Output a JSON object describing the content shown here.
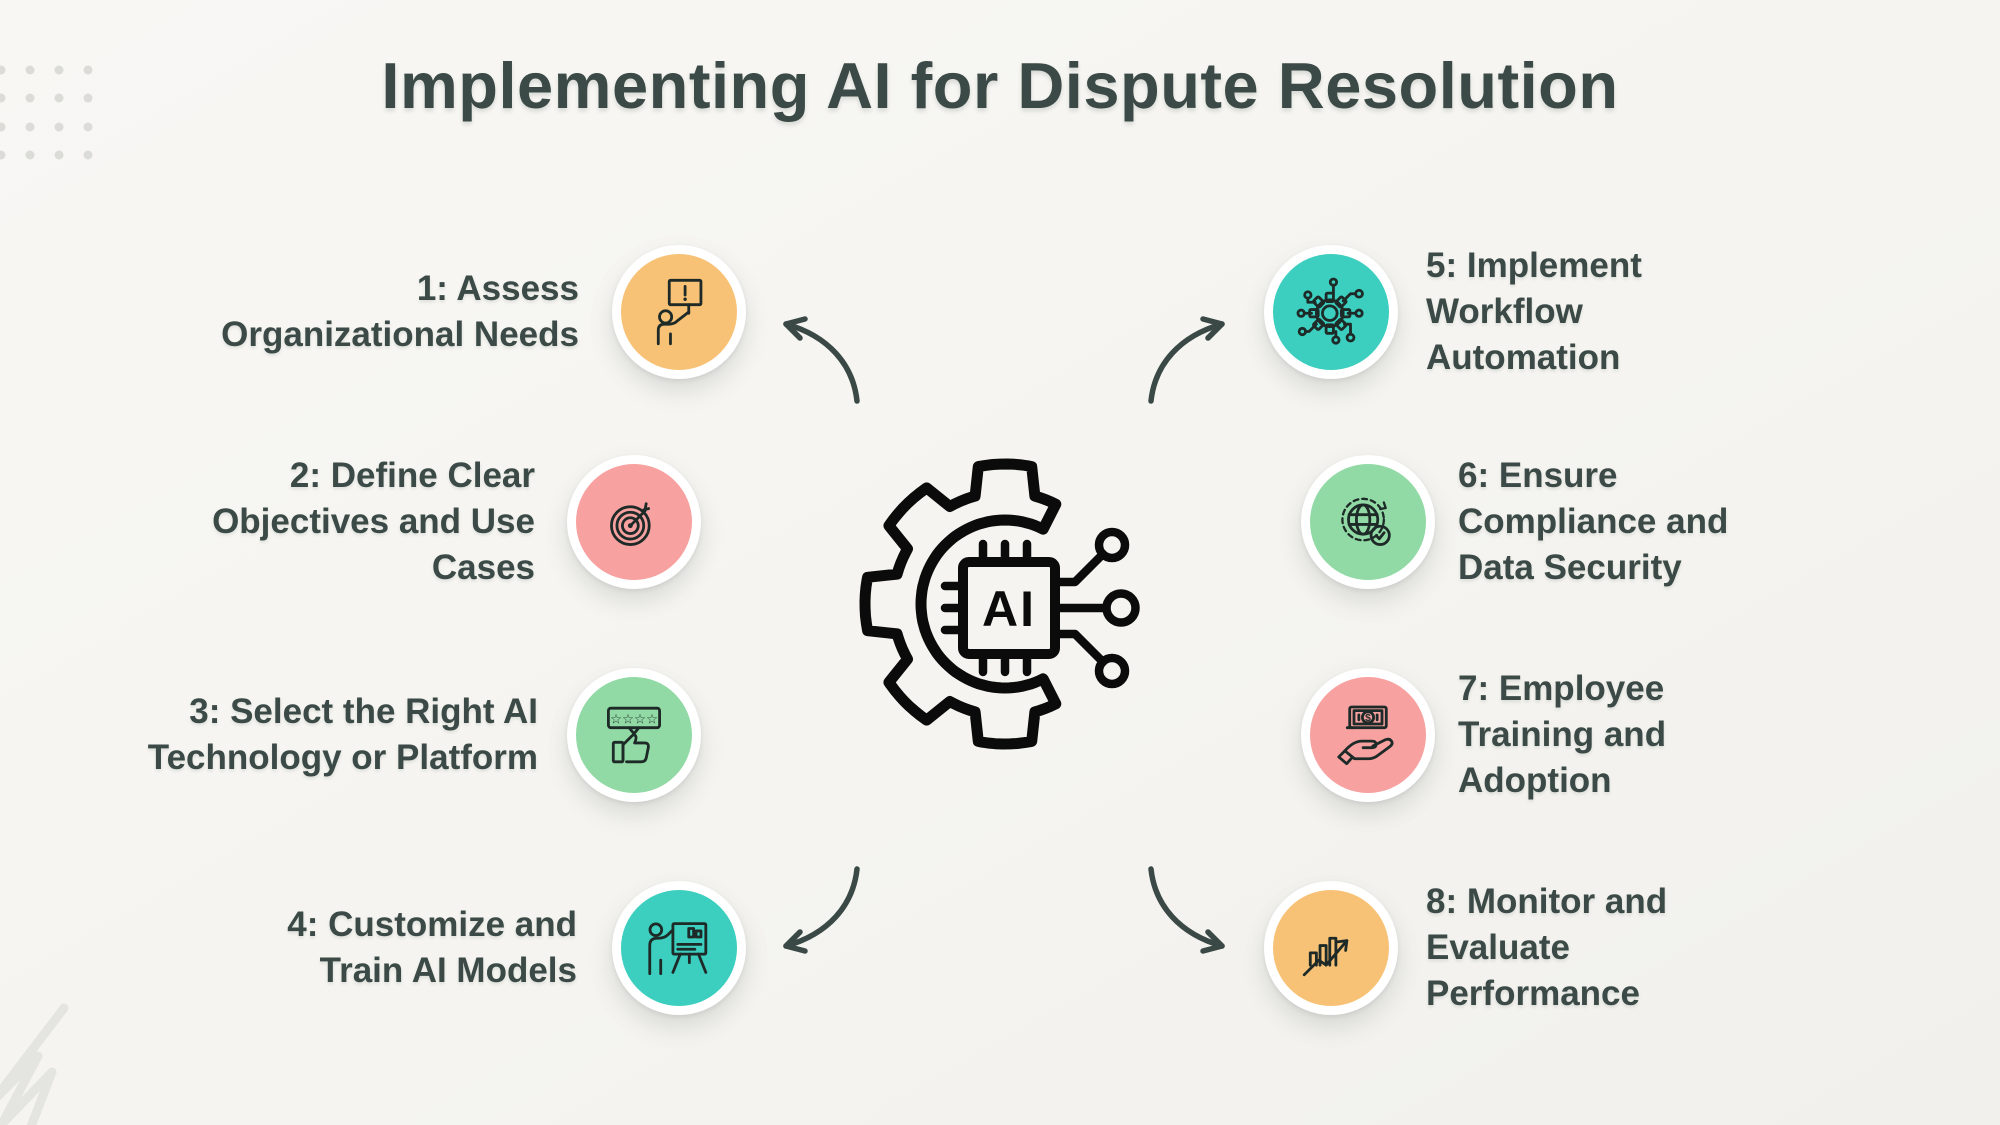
{
  "title": "Implementing AI for Dispute Resolution",
  "center": {
    "chip_label": "AI"
  },
  "steps": [
    {
      "number": "1",
      "lines": [
        "1: Assess",
        "Organizational Needs"
      ],
      "color": "#F7C276",
      "icon": "announcement-sign-icon"
    },
    {
      "number": "2",
      "lines": [
        "2: Define Clear",
        "Objectives and Use",
        "Cases"
      ],
      "color": "#F7A1A0",
      "icon": "target-dart-icon"
    },
    {
      "number": "3",
      "lines": [
        "3: Select the Right AI",
        "Technology or Platform"
      ],
      "color": "#92DAA5",
      "icon": "rating-thumbs-up-icon"
    },
    {
      "number": "4",
      "lines": [
        "4: Customize and",
        "Train AI Models"
      ],
      "color": "#3CCEBE",
      "icon": "training-presentation-icon"
    },
    {
      "number": "5",
      "lines": [
        "5: Implement",
        "Workflow",
        "Automation"
      ],
      "color": "#3CCEBE",
      "icon": "automation-gear-network-icon"
    },
    {
      "number": "6",
      "lines": [
        "6: Ensure",
        "Compliance and",
        "Data Security"
      ],
      "color": "#92DAA5",
      "icon": "globe-compliance-icon"
    },
    {
      "number": "7",
      "lines": [
        "7: Employee",
        "Training and",
        "Adoption"
      ],
      "color": "#F7A1A0",
      "icon": "money-hand-icon"
    },
    {
      "number": "8",
      "lines": [
        "8: Monitor and",
        "Evaluate",
        "Performance"
      ],
      "color": "#F7C276",
      "icon": "growth-chart-icon"
    }
  ],
  "colors": {
    "background": "#F5F4F0",
    "heading_text": "#3B4A46",
    "step_text": "#3B4A46",
    "arrow": "#3A4945",
    "badge_ring": "#FFFFFF",
    "orange": "#F7C276",
    "pink": "#F7A1A0",
    "green": "#92DAA5",
    "teal": "#3CCEBE",
    "dots": "#DBDBD8",
    "scribble": "#E4E4E0"
  }
}
